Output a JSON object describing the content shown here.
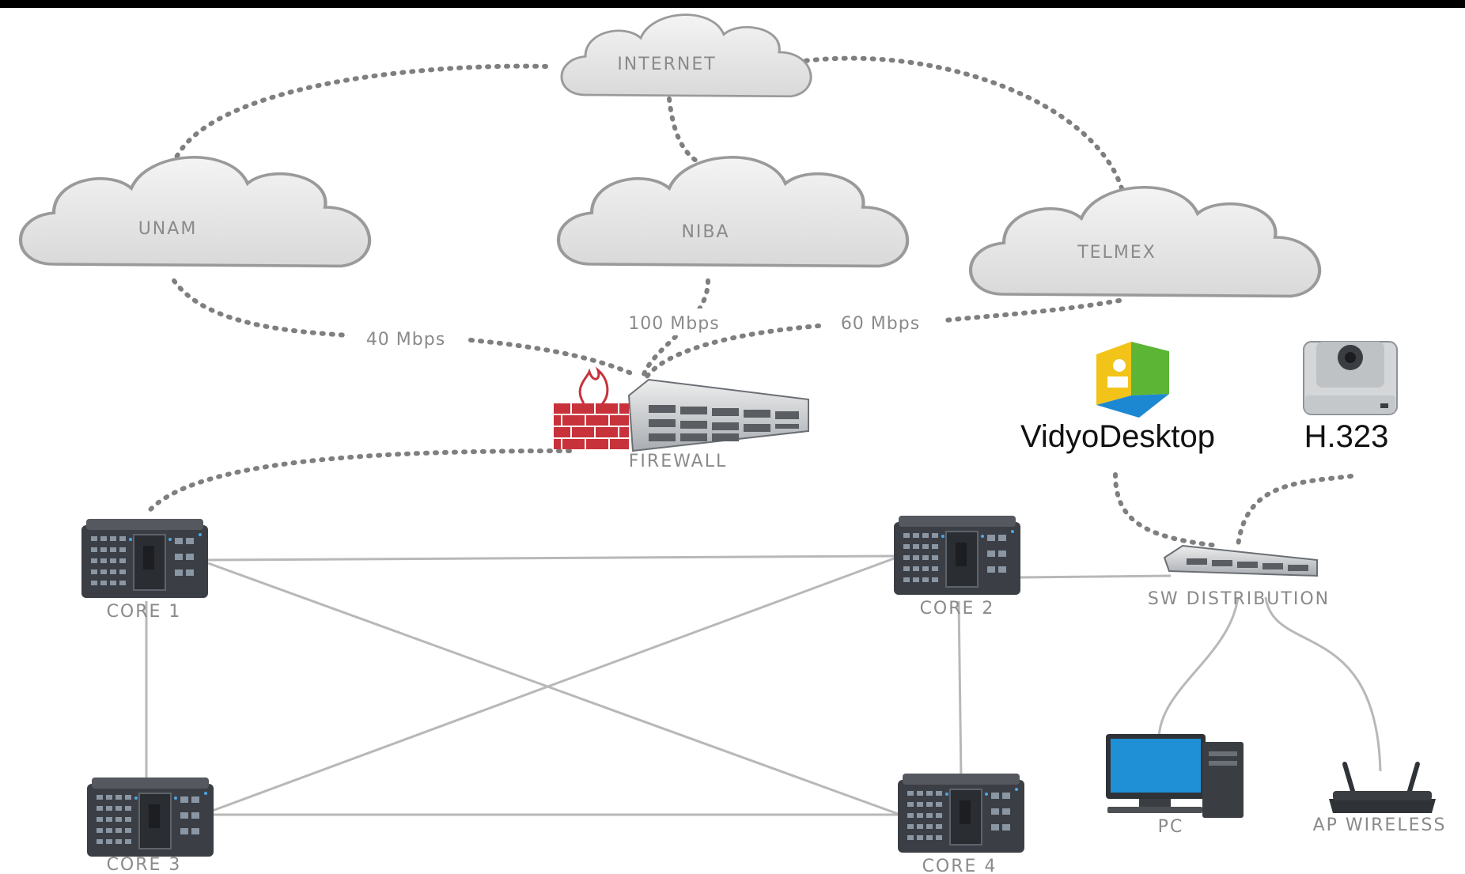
{
  "diagram": {
    "top_caption": "",
    "clouds": {
      "internet": "INTERNET",
      "unam": "UNAM",
      "niba": "NIBA",
      "telmex": "TELMEX"
    },
    "links": {
      "unam_speed": "40 Mbps",
      "niba_speed": "100 Mbps",
      "telmex_speed": "60 Mbps"
    },
    "nodes": {
      "firewall": "FIREWALL",
      "core1": "CORE 1",
      "core2": "CORE 2",
      "core3": "CORE 3",
      "core4": "CORE 4",
      "sw_distribution": "SW DISTRIBUTION",
      "pc": "PC",
      "ap_wireless": "AP WIRELESS"
    },
    "endpoints": {
      "vidyo": "VidyoDesktop",
      "h323": "H.323"
    },
    "colors": {
      "cloud_fill": "#e6e6e6",
      "cloud_stroke": "#9a9a9a",
      "dotted_link": "#7f7f7f",
      "solid_link": "#b8b8b8",
      "label_text": "#8a8a8a",
      "firewall_brick": "#c8323a",
      "switch_body": "#3b3f45",
      "monitor_blue": "#1f8fd6",
      "vidyo_yellow": "#f2c318",
      "vidyo_green": "#5cb535",
      "vidyo_blue": "#1c88d2"
    }
  }
}
